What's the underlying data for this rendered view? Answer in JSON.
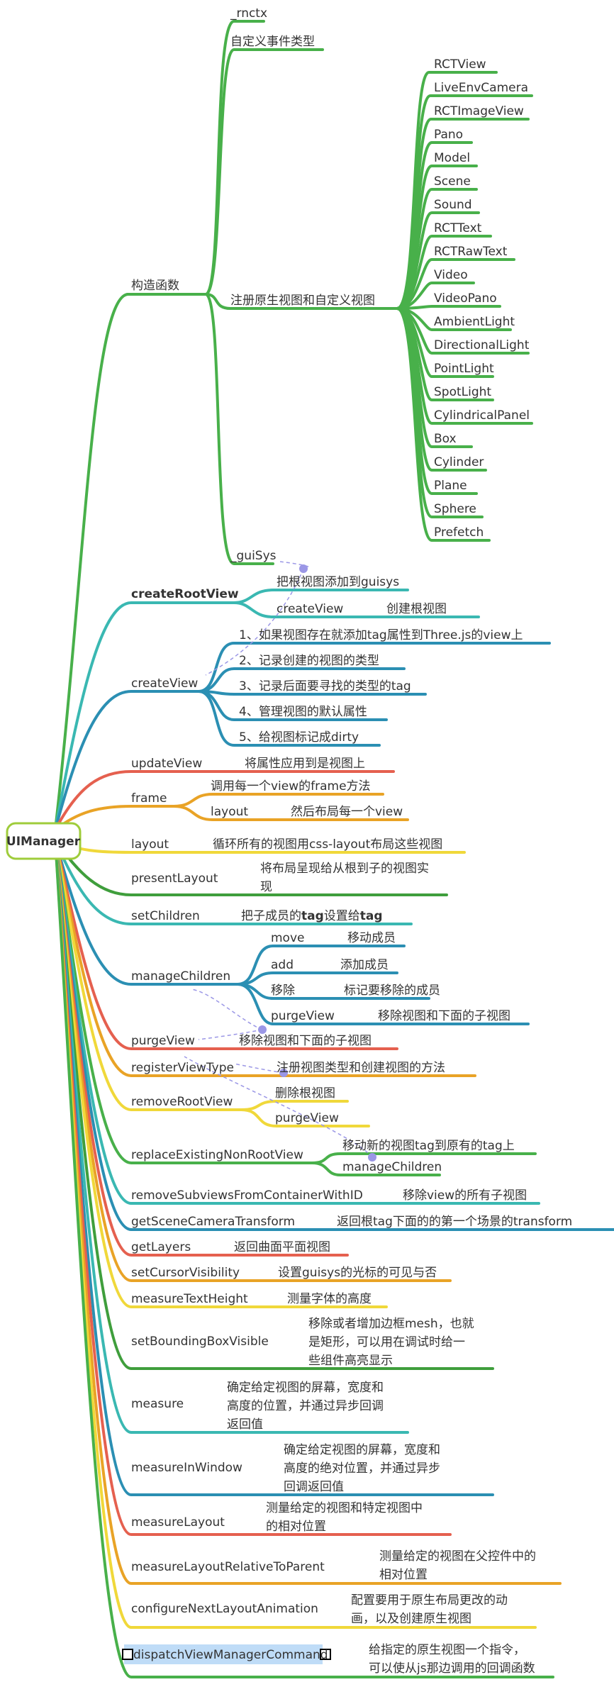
{
  "root": "UIManager",
  "colors": {
    "green": "#48b04a",
    "teal": "#3ab8b2",
    "blue": "#2b8fb3",
    "red": "#e5604f",
    "orange": "#e9a326",
    "yellow": "#f0d83a",
    "darkgreen": "#3f9e3c",
    "dashed": "#9b97e6",
    "root_border": "#9fcc3b"
  },
  "nodes": {
    "gouzao": "构造函数",
    "rnctx": "_rnctx",
    "event_types": "自定义事件类型",
    "register_views": "注册原生视图和自定义视图",
    "view_types": [
      "RCTView",
      "LiveEnvCamera",
      "RCTImageView",
      "Pano",
      "Model",
      "Scene",
      "Sound",
      "RCTText",
      "RCTRawText",
      "Video",
      "VideoPano",
      "AmbientLight",
      "DirectionalLight",
      "PointLight",
      "SpotLight",
      "CylindricalPanel",
      "Box",
      "Cylinder",
      "Plane",
      "Sphere",
      "Prefetch"
    ],
    "guisys": "_guiSys",
    "createRootView": "createRootView",
    "crv_add": "把根视图添加到guisys",
    "crv_createView": "createView",
    "crv_create_root": "创建根视图",
    "createView": "createView",
    "cv_items": [
      "1、如果视图存在就添加tag属性到Three.js的view上",
      "2、记录创建的视图的类型",
      "3、记录后面要寻找的类型的tag",
      "4、管理视图的默认属性",
      "5、给视图标记成dirty"
    ],
    "updateView": "updateView",
    "updateView_desc": "将属性应用到是视图上",
    "frame": "frame",
    "frame_desc": "调用每一个view的frame方法",
    "frame_layout": "layout",
    "frame_layout_desc": "然后布局每一个view",
    "layout": "layout",
    "layout_desc": "循环所有的视图用css-layout布局这些视图",
    "presentLayout": "presentLayout",
    "presentLayout_desc": [
      "将布局呈现给从根到子的视图实",
      "现"
    ],
    "setChildren": "setChildren",
    "setChildren_desc_parts": [
      "把子成员的",
      "tag",
      "设置给",
      "tag"
    ],
    "manageChildren": "manageChildren",
    "mc_move": "move",
    "mc_move_desc": "移动成员",
    "mc_add": "add",
    "mc_add_desc": "添加成员",
    "mc_remove": "移除",
    "mc_remove_desc": "标记要移除的成员",
    "mc_purgeView": "purgeView",
    "mc_purgeView_desc": "移除视图和下面的子视图",
    "purgeView": "purgeView",
    "purgeView_desc": "移除视图和下面的子视图",
    "registerViewType": "registerViewType",
    "registerViewType_desc": "注册视图类型和创建视图的方法",
    "removeRootView": "removeRootView",
    "rrv_delete": "删除根视图",
    "rrv_purgeView": "purgeView",
    "replaceExistingNonRootView": "replaceExistingNonRootView",
    "renrv_desc": "移动新的视图tag到原有的tag上",
    "renrv_manageChildren": "manageChildren",
    "removeSubviewsFromContainerWithID": "removeSubviewsFromContainerWithID",
    "rsfc_desc": "移除view的所有子视图",
    "getSceneCameraTransform": "getSceneCameraTransform",
    "gsct_desc": "返回根tag下面的的第一个场景的transform",
    "getLayers": "getLayers",
    "getLayers_desc": "返回曲面平面视图",
    "setCursorVisibility": "setCursorVisibility",
    "scv_desc": "设置guisys的光标的可见与否",
    "measureTextHeight": "measureTextHeight",
    "mth_desc": "测量字体的高度",
    "setBoundingBoxVisible": "setBoundingBoxVisible",
    "sbbv_desc": [
      "移除或者增加边框mesh，也就",
      "是矩形，可以用在调试时给一",
      "些组件高亮显示"
    ],
    "measure": "measure",
    "measure_desc": [
      "确定给定视图的屏幕，宽度和",
      "高度的位置，并通过异步回调",
      "返回值"
    ],
    "measureInWindow": "measureInWindow",
    "miw_desc": [
      "确定给定视图的屏幕，宽度和",
      "高度的绝对位置，并通过异步",
      "回调返回值"
    ],
    "measureLayout": "measureLayout",
    "ml_desc": [
      "测量给定的视图和特定视图中",
      "的相对位置"
    ],
    "measureLayoutRelativeToParent": "measureLayoutRelativeToParent",
    "mlrtp_desc": [
      "测量给定的视图在父控件中的",
      "相对位置"
    ],
    "configureNextLayoutAnimation": "configureNextLayoutAnimation",
    "cnla_desc": [
      "配置要用于原生布局更改的动",
      "画，以及创建原生视图"
    ],
    "dispatchViewManagerCommand": "dispatchViewManagerCommand",
    "dvmc_desc": [
      "给指定的原生视图一个指令，",
      "可以使从js那边调用的回调函数"
    ]
  }
}
